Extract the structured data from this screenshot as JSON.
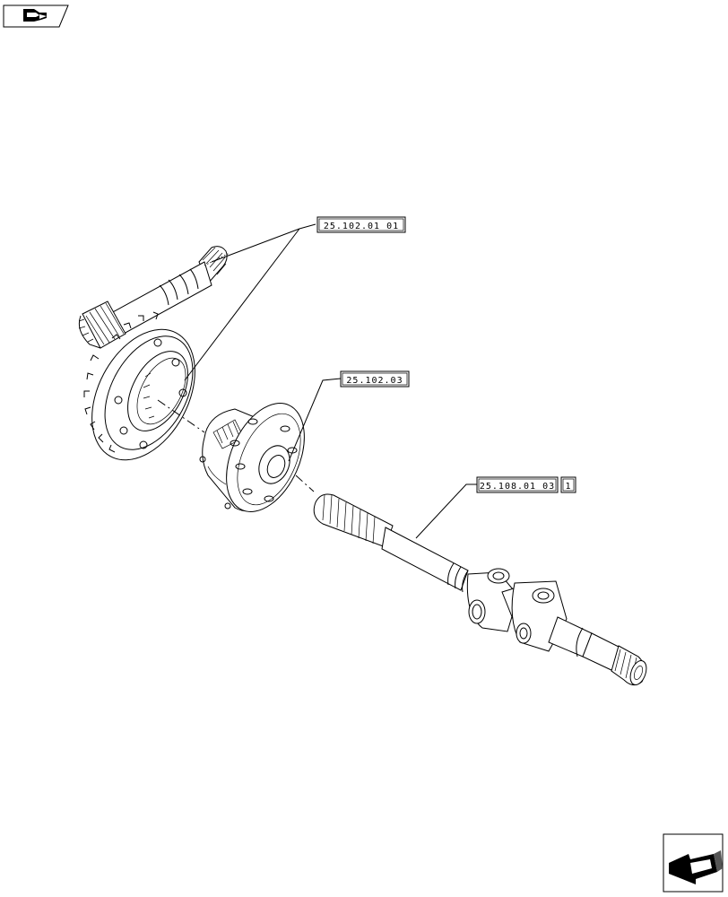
{
  "callouts": [
    {
      "id": "pinion-ring-gear",
      "ref": "25.102.01 01",
      "qty": ""
    },
    {
      "id": "differential",
      "ref": "25.102.03",
      "qty": ""
    },
    {
      "id": "axle-shaft",
      "ref": "25.108.01 03",
      "qty": "1"
    }
  ],
  "navigation": {
    "previous_icon": "hand-pointer-icon",
    "next_icon": "arrow-page-icon"
  },
  "colors": {
    "ink": "#000000",
    "paper": "#ffffff"
  }
}
